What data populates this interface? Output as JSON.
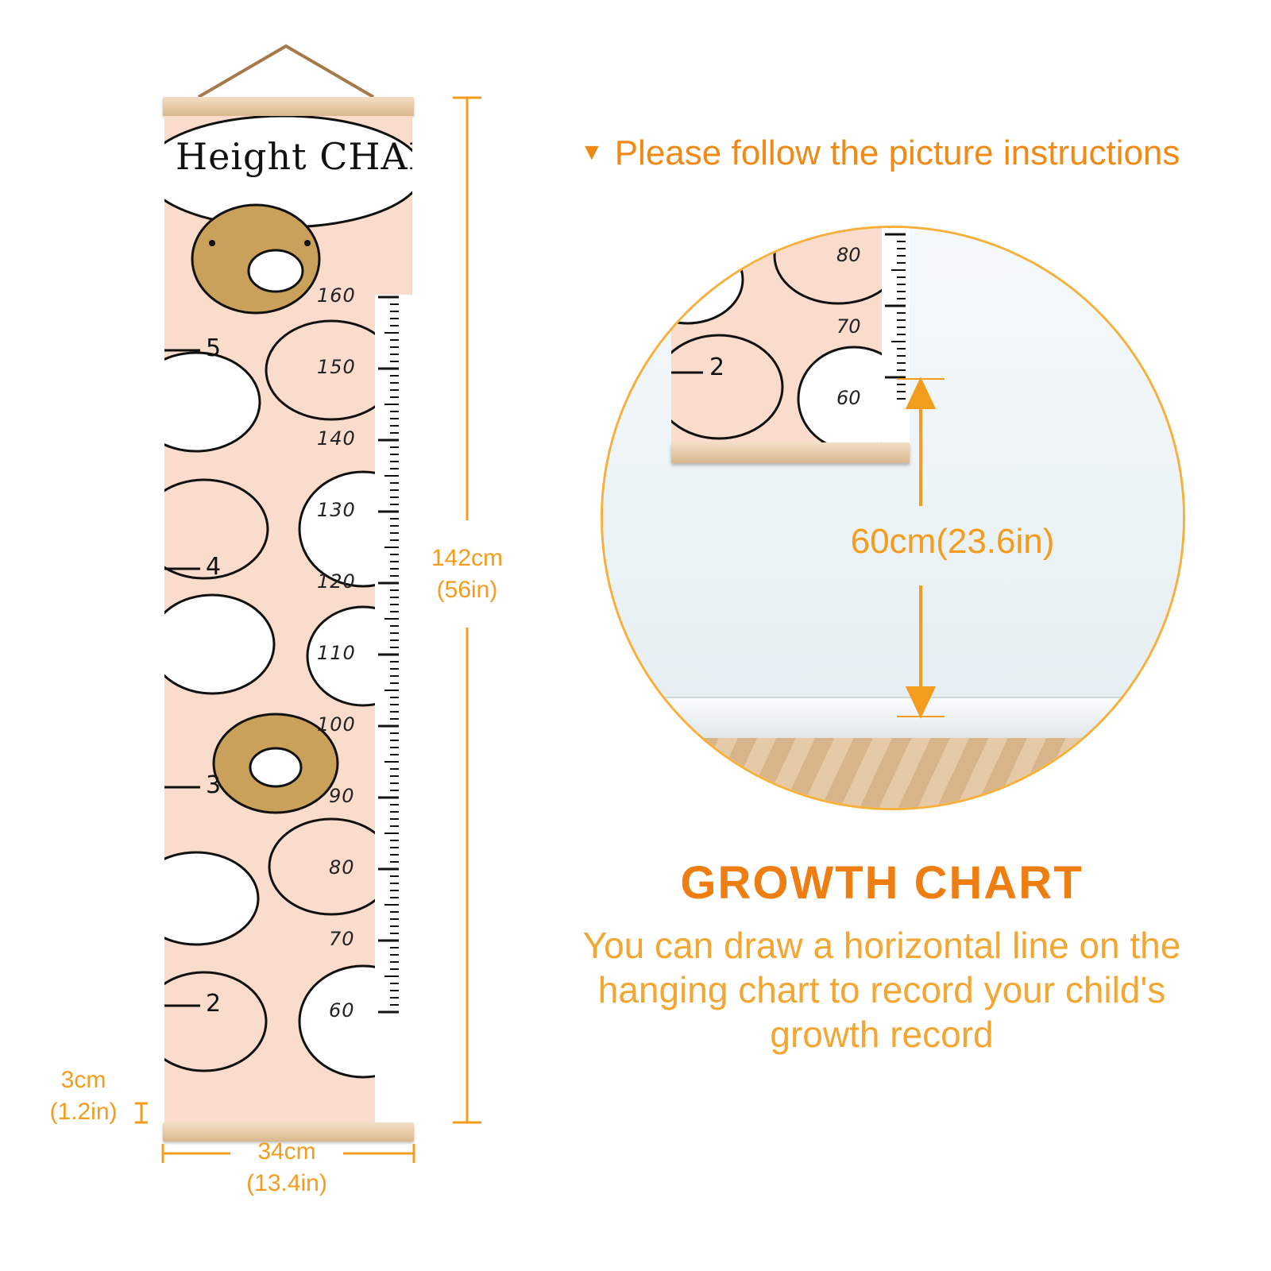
{
  "chart": {
    "title": "Height CHART",
    "age_markers": [
      "5",
      "4",
      "3",
      "2"
    ],
    "cm_marks": [
      "160",
      "150",
      "140",
      "130",
      "120",
      "110",
      "100",
      "90",
      "80",
      "70",
      "60"
    ]
  },
  "dimensions": {
    "height_cm": "142cm",
    "height_in": "(56in)",
    "rod_cm": "3cm",
    "rod_in": "(1.2in)",
    "width_cm": "34cm",
    "width_in": "(13.4in)"
  },
  "instruction": {
    "icon": "triangle-down-icon",
    "text": "Please follow the picture instructions"
  },
  "illustration": {
    "mini_marks": [
      "80",
      "70",
      "60"
    ],
    "mini_age": "2",
    "measure": "60cm(23.6in)"
  },
  "growth": {
    "title": "GROWTH CHART",
    "description": "You can draw a horizontal line on the hanging chart to record your child's growth record"
  },
  "colors": {
    "accent": "#f08a16",
    "accent_light": "#f4a632",
    "canvas": "#f9dccb",
    "wood": "#e6c9a4"
  }
}
